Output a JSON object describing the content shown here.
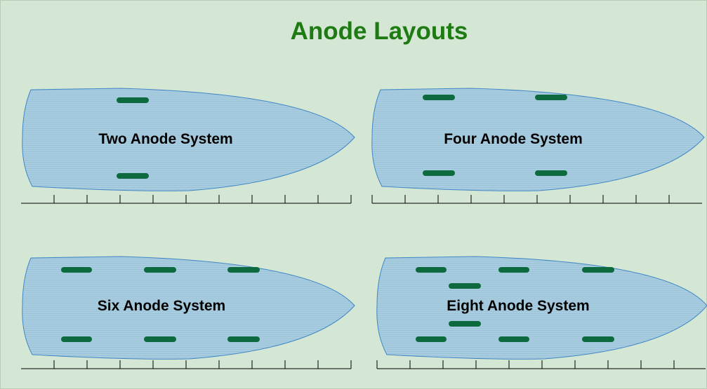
{
  "title": "Anode Layouts",
  "colors": {
    "background": "#d4e6d4",
    "title": "#1e7a12",
    "hull_fill": "#a9cde0",
    "hull_outline": "#3f86c4",
    "anode": "#0c6a3e",
    "ruler": "#000000"
  },
  "panels": [
    {
      "label": "Two Anode System",
      "anode_count": 2
    },
    {
      "label": "Four Anode System",
      "anode_count": 4
    },
    {
      "label": "Six Anode System",
      "anode_count": 6
    },
    {
      "label": "Eight Anode System",
      "anode_count": 8
    }
  ]
}
